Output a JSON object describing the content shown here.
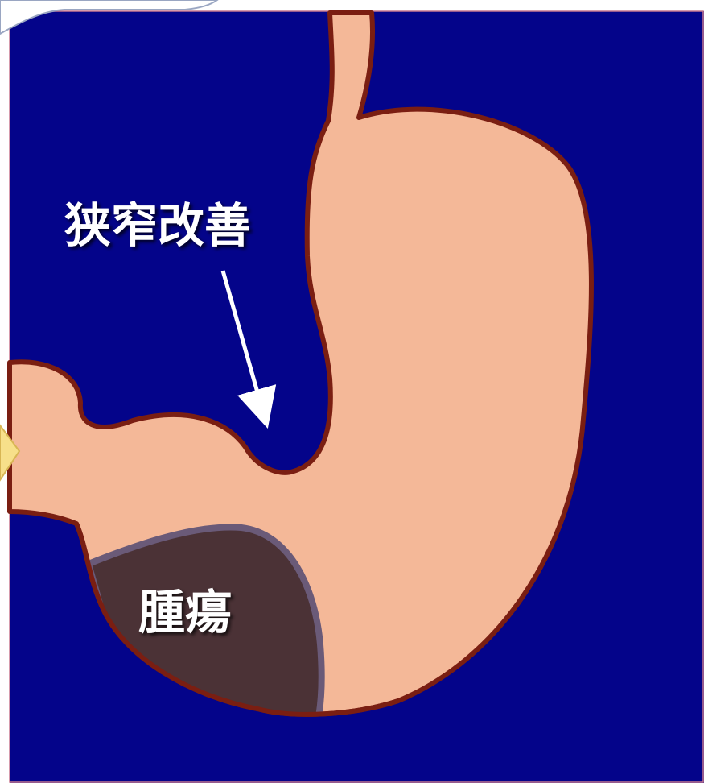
{
  "diagram": {
    "stenosis_label": "狭窄改善",
    "tumor_label": "腫瘍"
  },
  "colors": {
    "background": "#04048a",
    "stomach_fill": "#f4b898",
    "stomach_outline": "#7a1e12",
    "tumor_fill": "#4b3236",
    "tumor_outline": "#6a5a78",
    "arrow": "#ffffff",
    "label_text": "#ffffff"
  },
  "icons": {
    "top_left_tab": "slide-tab-shape",
    "left_edge_marker": "yellow-triangle-marker",
    "arrow": "arrow-down-icon"
  }
}
